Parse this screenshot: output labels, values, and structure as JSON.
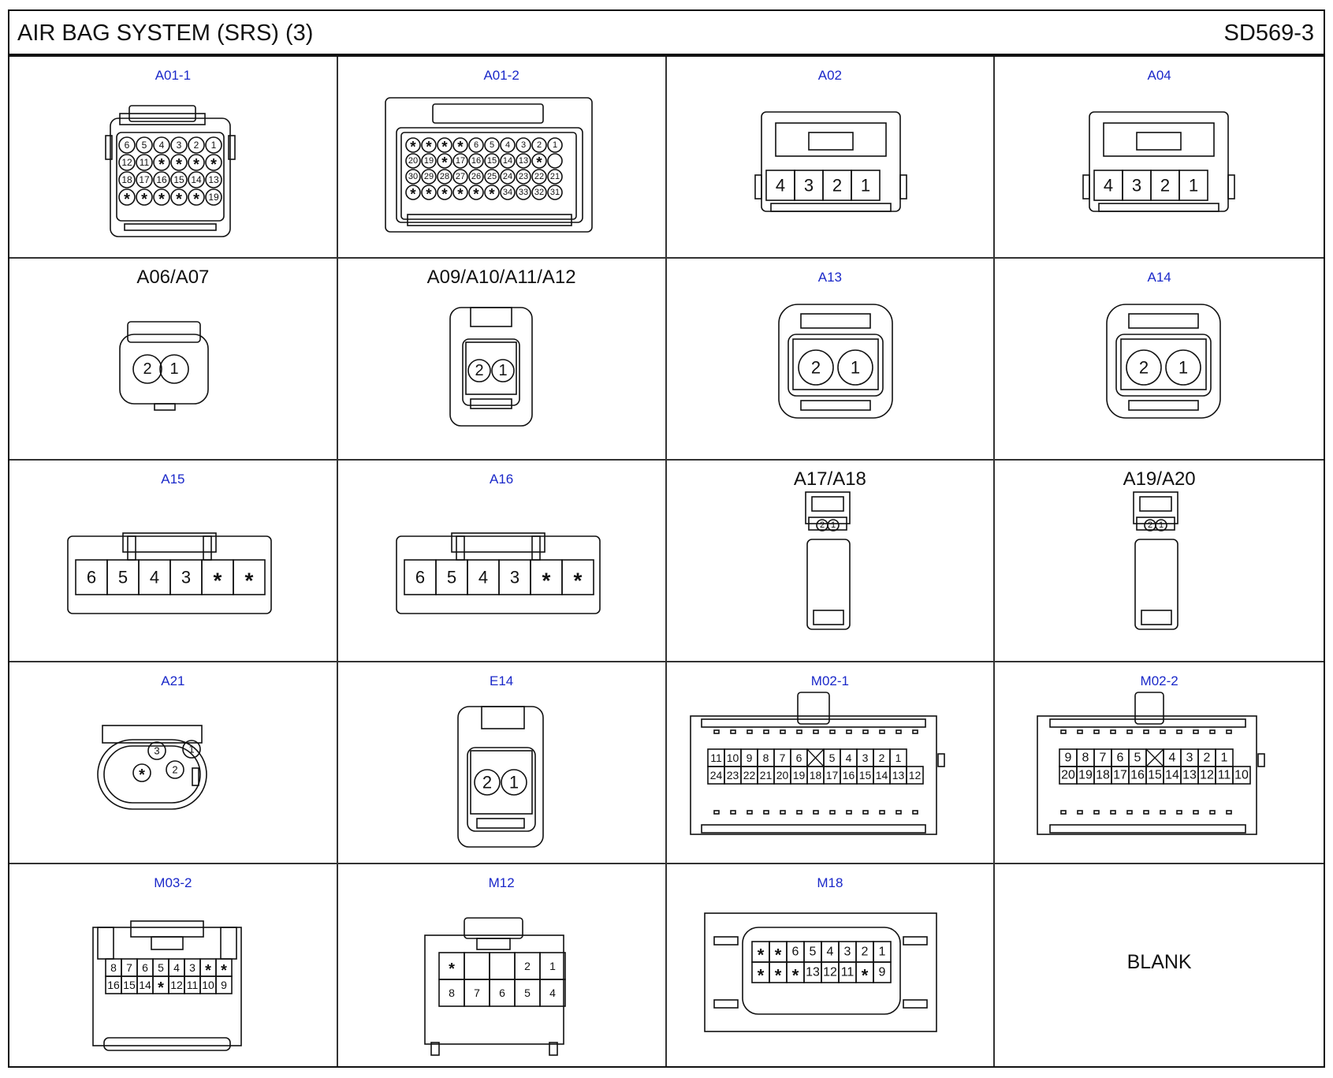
{
  "header": {
    "title": "AIR BAG SYSTEM (SRS) (3)",
    "code": "SD569-3"
  },
  "connectors": [
    {
      "id": "A01-1",
      "kind": "blue"
    },
    {
      "id": "A01-2",
      "kind": "blue"
    },
    {
      "id": "A02",
      "kind": "blue"
    },
    {
      "id": "A04",
      "kind": "blue"
    },
    {
      "id": "A06/A07",
      "kind": "black"
    },
    {
      "id": "A09/A10/A11/A12",
      "kind": "black"
    },
    {
      "id": "A13",
      "kind": "blue"
    },
    {
      "id": "A14",
      "kind": "blue"
    },
    {
      "id": "A15",
      "kind": "blue"
    },
    {
      "id": "A16",
      "kind": "blue"
    },
    {
      "id": "A17/A18",
      "kind": "black"
    },
    {
      "id": "A19/A20",
      "kind": "black"
    },
    {
      "id": "A21",
      "kind": "blue"
    },
    {
      "id": "E14",
      "kind": "blue"
    },
    {
      "id": "M02-1",
      "kind": "blue"
    },
    {
      "id": "M02-2",
      "kind": "blue"
    },
    {
      "id": "M03-2",
      "kind": "blue"
    },
    {
      "id": "M12",
      "kind": "blue"
    },
    {
      "id": "M18",
      "kind": "blue"
    },
    {
      "id": "BLANK",
      "kind": "blank"
    }
  ],
  "pins": {
    "A01-1": [
      [
        "6",
        "5",
        "4",
        "3",
        "2",
        "1"
      ],
      [
        "12",
        "11",
        "*",
        "*",
        "*",
        "*"
      ],
      [
        "18",
        "17",
        "16",
        "15",
        "14",
        "13"
      ],
      [
        "*",
        "*",
        "*",
        "*",
        "*",
        "19"
      ]
    ],
    "A01-2": [
      [
        "*",
        "*",
        "*",
        "*",
        "6",
        "5",
        "4",
        "3",
        "2",
        "1"
      ],
      [
        "20",
        "19",
        "*",
        "17",
        "16",
        "15",
        "14",
        "13",
        "*",
        ""
      ],
      [
        "30",
        "29",
        "28",
        "27",
        "26",
        "25",
        "24",
        "23",
        "22",
        "21"
      ],
      [
        "*",
        "*",
        "*",
        "*",
        "*",
        "*",
        "34",
        "33",
        "32",
        "31"
      ]
    ],
    "A02": [
      "4",
      "3",
      "2",
      "1"
    ],
    "A04": [
      "4",
      "3",
      "2",
      "1"
    ],
    "A06/A07": [
      "2",
      "1"
    ],
    "A09/A10/A11/A12": [
      "2",
      "1"
    ],
    "A13": [
      "2",
      "1"
    ],
    "A14": [
      "2",
      "1"
    ],
    "A15": [
      "6",
      "5",
      "4",
      "3",
      "*",
      "*"
    ],
    "A16": [
      "6",
      "5",
      "4",
      "3",
      "*",
      "*"
    ],
    "A17/A18": [
      "2",
      "1"
    ],
    "A19/A20": [
      "2",
      "1"
    ],
    "A21": [
      "3",
      "1",
      "*",
      "2"
    ],
    "E14": [
      "2",
      "1"
    ],
    "M02-1": [
      [
        "11",
        "10",
        "9",
        "8",
        "7",
        "6",
        "X",
        "5",
        "4",
        "3",
        "2",
        "1"
      ],
      [
        "24",
        "23",
        "22",
        "21",
        "20",
        "19",
        "18",
        "17",
        "16",
        "15",
        "14",
        "13",
        "12"
      ]
    ],
    "M02-2": [
      [
        "9",
        "8",
        "7",
        "6",
        "5",
        "X",
        "4",
        "3",
        "2",
        "1"
      ],
      [
        "20",
        "19",
        "18",
        "17",
        "16",
        "15",
        "14",
        "13",
        "12",
        "11",
        "10"
      ]
    ],
    "M03-2": [
      [
        "8",
        "7",
        "6",
        "5",
        "4",
        "3",
        "*",
        "*"
      ],
      [
        "16",
        "15",
        "14",
        "*",
        "12",
        "11",
        "10",
        "9"
      ]
    ],
    "M12": [
      [
        "*",
        "",
        "",
        "2",
        "1"
      ],
      [
        "8",
        "7",
        "6",
        "5",
        "4"
      ]
    ],
    "M18": [
      [
        "*",
        "*",
        "6",
        "5",
        "4",
        "3",
        "2",
        "1"
      ],
      [
        "*",
        "*",
        "*",
        "13",
        "12",
        "11",
        "*",
        "9"
      ]
    ]
  },
  "colors": {
    "label_blue": "#1a28c9",
    "line": "#111111"
  }
}
